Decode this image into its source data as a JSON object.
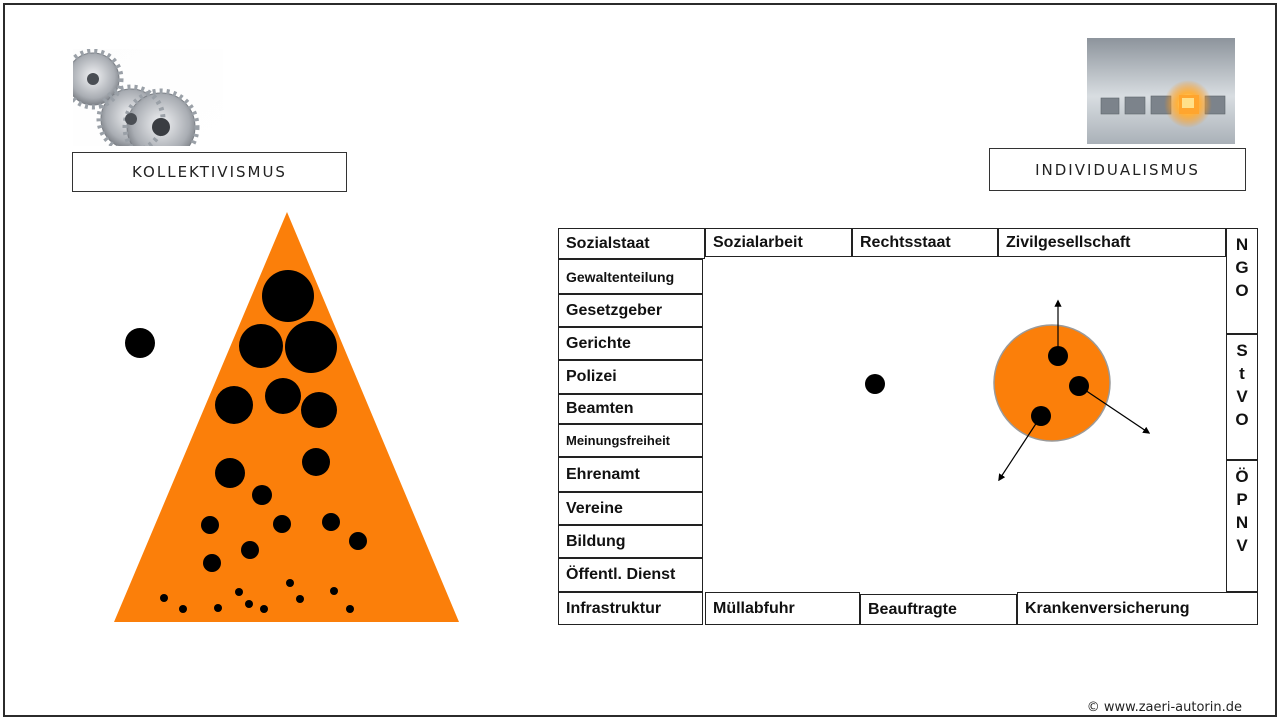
{
  "left_label": "KOLLEKTIVISMUS",
  "right_label": "INDIVIDUALISMUS",
  "gears_image": "gears-icon",
  "cubes_image": "glowing-cube-icon",
  "colors": {
    "orange": "#fb7f0a",
    "dot": "#000000",
    "border": "#222222"
  },
  "table": {
    "top_row": [
      "Sozialstaat",
      "Sozialarbeit",
      "Rechtsstaat",
      "Zivilgesellschaft"
    ],
    "left_column": [
      "Gewaltenteilung",
      "Gesetzgeber",
      "Gerichte",
      "Polizei",
      "Beamten",
      "Meinungsfreiheit",
      "Ehrenamt",
      "Vereine",
      "Bildung",
      "Öffentl. Dienst",
      "Infrastruktur"
    ],
    "bottom_row": [
      "Müllabfuhr",
      "Beauftragte",
      "Krankenversicherung"
    ],
    "right_column": [
      {
        "letters": [
          "N",
          "G",
          "O"
        ]
      },
      {
        "letters": [
          "S",
          "t",
          "V",
          "O"
        ]
      },
      {
        "letters": [
          "Ö",
          "P",
          "N",
          "V"
        ]
      }
    ]
  },
  "footer": "© www.zaeri-autorin.de"
}
